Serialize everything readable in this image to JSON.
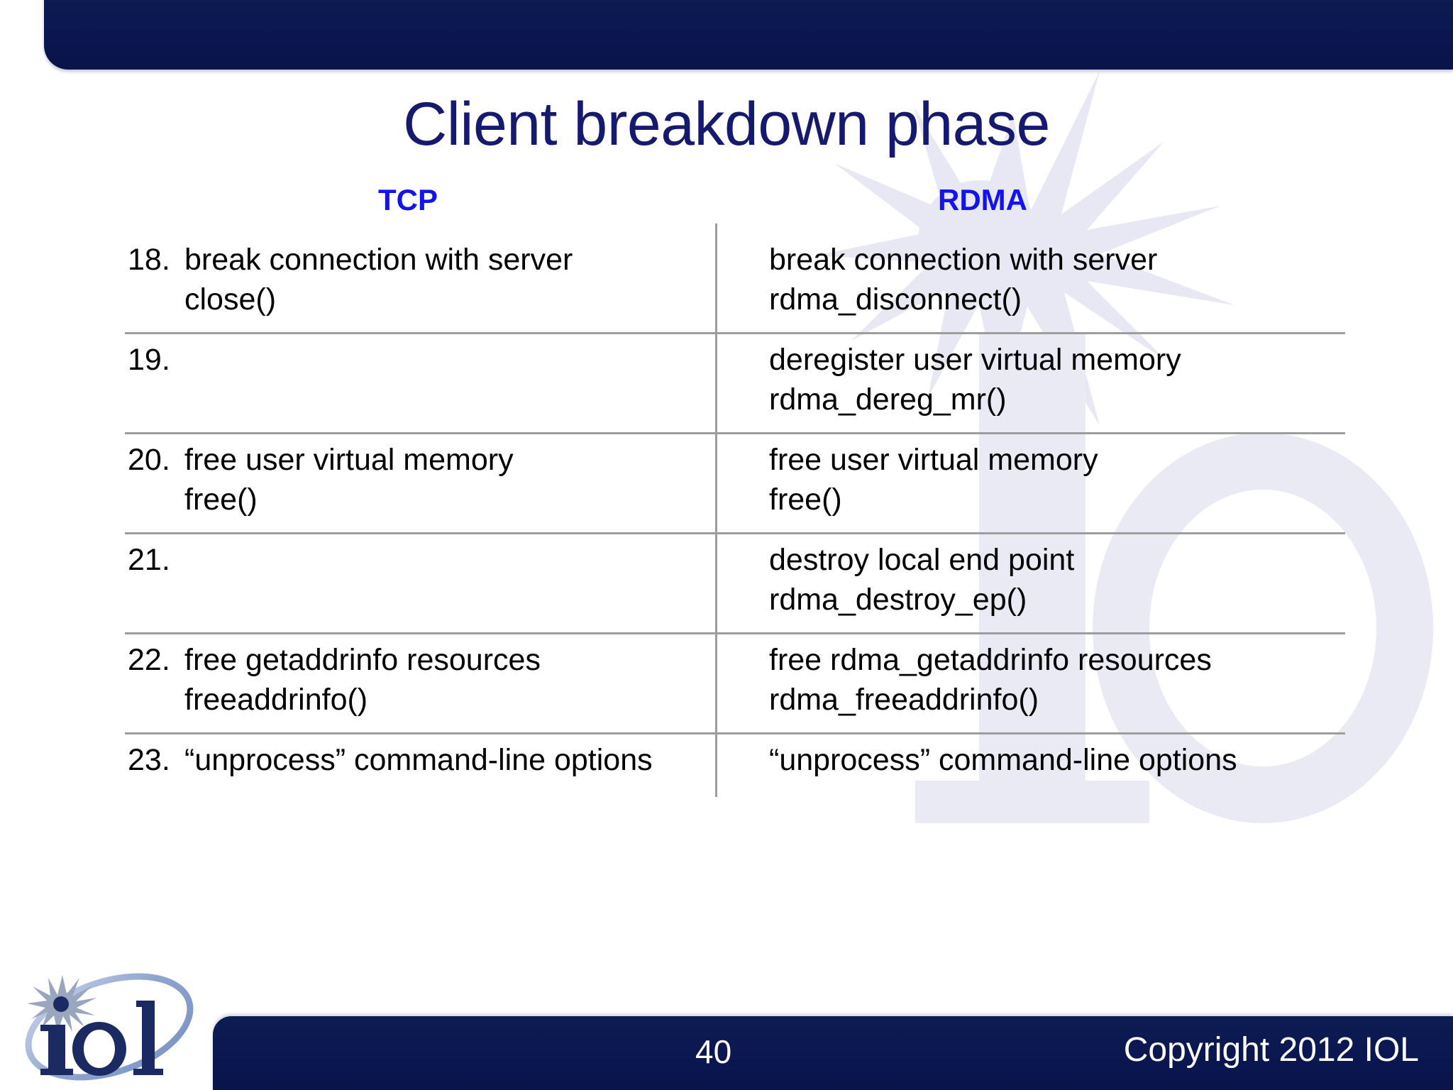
{
  "slide": {
    "title": "Client breakdown phase",
    "page_number": "40",
    "copyright": "Copyright 2012 IOL",
    "logo_name": "iol",
    "colors": {
      "bar_navy": "#0a1650",
      "title_navy": "#151a6e",
      "header_blue": "#1313ef",
      "rule_gray": "#9d9d9d",
      "body_black": "#000000",
      "footer_text": "#ffffff"
    }
  },
  "columns": {
    "left_header": "TCP",
    "right_header": "RDMA"
  },
  "rows": [
    {
      "num": "18.",
      "tcp_line1": "break connection with server",
      "tcp_line2": "close()",
      "rdma_line1": "break connection with server",
      "rdma_line2": "rdma_disconnect()"
    },
    {
      "num": "19.",
      "tcp_line1": "",
      "tcp_line2": "",
      "rdma_line1": "deregister user virtual memory",
      "rdma_line2": "rdma_dereg_mr()"
    },
    {
      "num": "20.",
      "tcp_line1": "free user virtual memory",
      "tcp_line2": "free()",
      "rdma_line1": "free user virtual memory",
      "rdma_line2": "free()"
    },
    {
      "num": "21.",
      "tcp_line1": "",
      "tcp_line2": "",
      "rdma_line1": "destroy local end point",
      "rdma_line2": "rdma_destroy_ep()"
    },
    {
      "num": "22.",
      "tcp_line1": "free getaddrinfo resources",
      "tcp_line2": "freeaddrinfo()",
      "rdma_line1": "free rdma_getaddrinfo resources",
      "rdma_line2": "rdma_freeaddrinfo()"
    },
    {
      "num": "23.",
      "tcp_line1": "“unprocess” command-line options",
      "tcp_line2": "",
      "rdma_line1": "“unprocess” command-line options",
      "rdma_line2": ""
    }
  ]
}
